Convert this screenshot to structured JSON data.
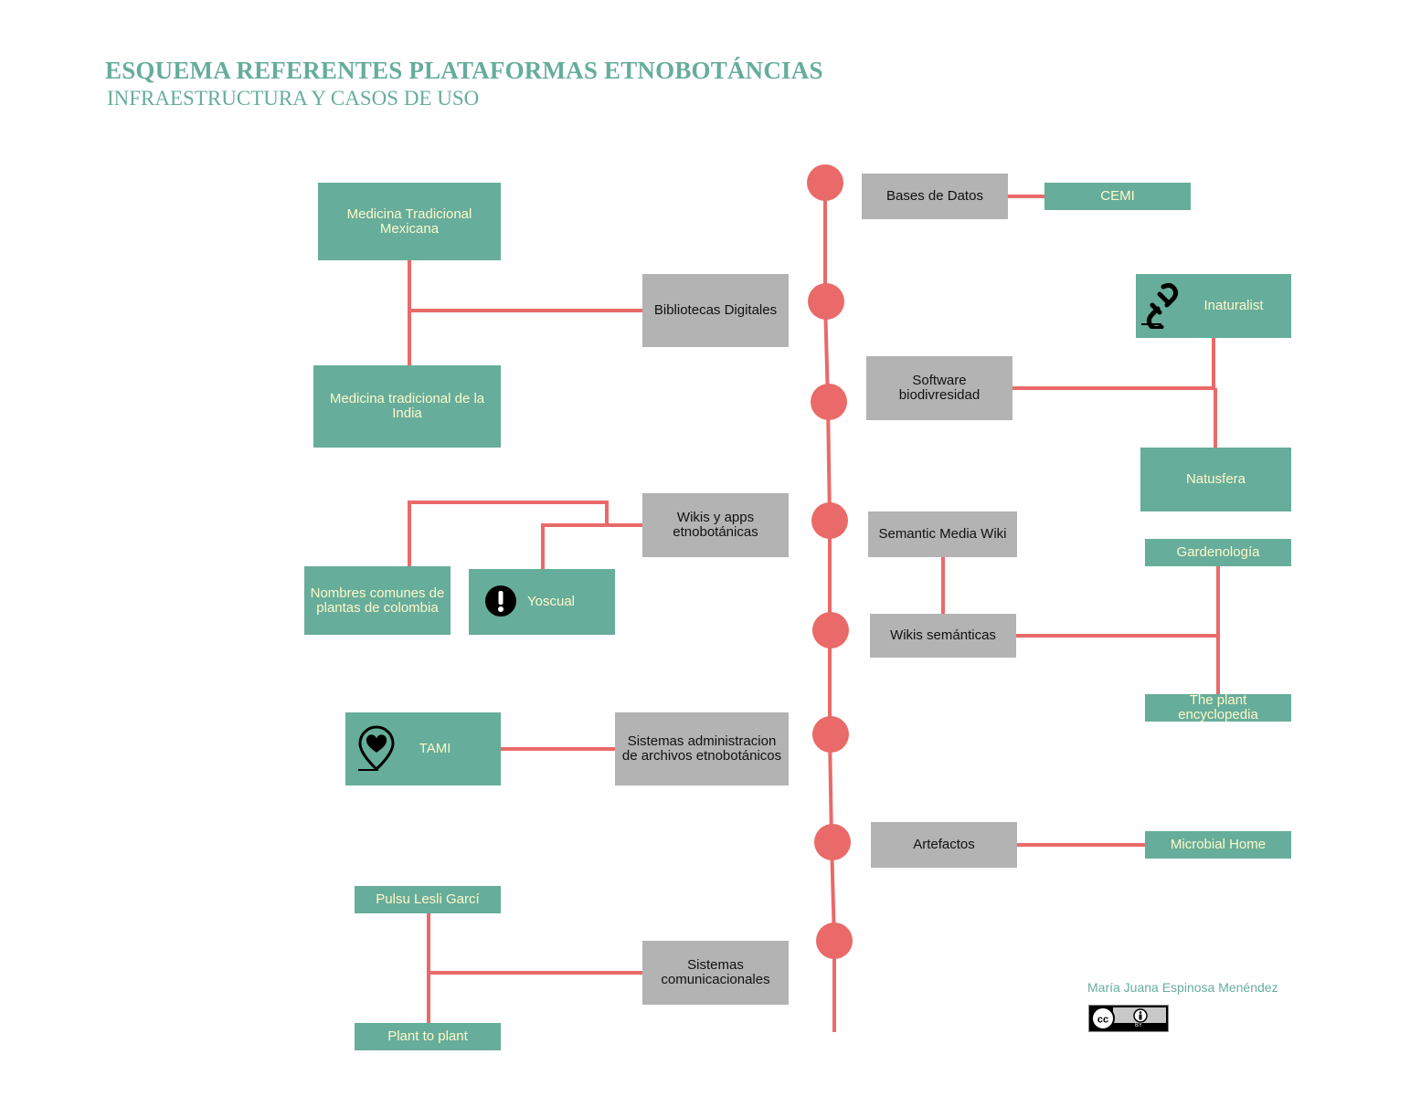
{
  "header": {
    "title": "ESQUEMA REFERENTES PLATAFORMAS ETNOBOTÁNCIAS",
    "subtitle": "INFRAESTRUCTURA Y CASOS DE USO"
  },
  "categories": {
    "bases_de_datos": "Bases de Datos",
    "bibliotecas_digitales": "Bibliotecas Digitales",
    "software_biodiversidad": "Software biodivresidad",
    "wikis_apps": "Wikis y apps etnobotánicas",
    "semantic_media_wiki": "Semantic Media Wiki",
    "wikis_semanticas": "Wikis semánticas",
    "sistemas_administracion": "Sistemas administracion de archivos etnobotánicos",
    "artefactos": "Artefactos",
    "sistemas_comunicacionales": "Sistemas comunicacionales"
  },
  "examples": {
    "cemi": "CEMI",
    "medicina_mexicana": "Medicina Tradicional Mexicana",
    "medicina_india": "Medicina tradicional de la India",
    "inaturalist": "Inaturalist",
    "natusfera": "Natusfera",
    "nombres_comunes": "Nombres comunes de plantas de colombia",
    "yoscual": "Yoscual",
    "gardenologia": "Gardenología",
    "plant_encyclopedia": "The plant encyclopedia",
    "tami": "TAMI",
    "microbial_home": "Microbial Home",
    "pulsu": "Pulsu Lesli Garcí",
    "plant_to_plant": "Plant to plant"
  },
  "footer": {
    "author": "María Juana Espinosa Menéndez",
    "license_label": "BY"
  },
  "icons": {
    "inaturalist": "broken-link-icon",
    "yoscual": "exclamation-icon",
    "tami": "heart-pin-icon",
    "license": "creative-commons-by-icon"
  },
  "colors": {
    "accent_line": "#e96a68",
    "example_box": "#66ad9b",
    "category_box": "#b3b3b3",
    "example_text": "#fff8c9",
    "title": "#66ad9b"
  }
}
